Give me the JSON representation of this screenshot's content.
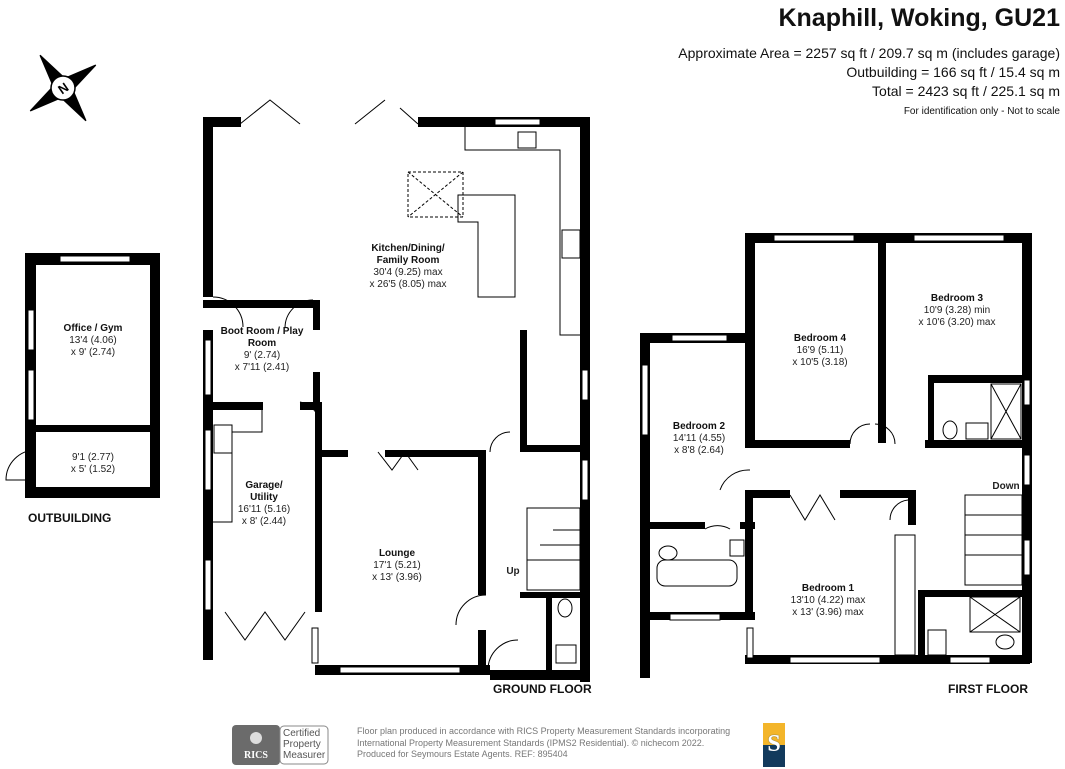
{
  "header": {
    "title": "Knaphill, Woking, GU21",
    "approx_area": "Approximate Area = 2257 sq ft / 209.7 sq m (includes garage)",
    "outbuilding_area": "Outbuilding = 166 sq ft / 15.4 sq m",
    "total_area": "Total = 2423 sq ft / 225.1 sq m",
    "disclaimer": "For identification only - Not to scale"
  },
  "compass": {
    "label": "N",
    "icon": "compass-icon"
  },
  "outbuilding": {
    "floor_label": "OUTBUILDING",
    "rooms": [
      {
        "name": "Office / Gym",
        "dim1": "13'4 (4.06)",
        "dim2": "x 9' (2.74)"
      },
      {
        "name": "",
        "dim1": "9'1 (2.77)",
        "dim2": "x 5' (1.52)"
      }
    ]
  },
  "ground_floor": {
    "floor_label": "GROUND FLOOR",
    "stairs_label": "Up",
    "rooms": [
      {
        "name": "Kitchen/Dining/ Family Room",
        "dim1": "30'4 (9.25) max",
        "dim2": "x 26'5 (8.05) max"
      },
      {
        "name": "Boot Room / Play Room",
        "dim1": "9' (2.74)",
        "dim2": "x 7'11 (2.41)"
      },
      {
        "name": "Garage/ Utility",
        "dim1": "16'11 (5.16)",
        "dim2": "x 8' (2.44)"
      },
      {
        "name": "Lounge",
        "dim1": "17'1 (5.21)",
        "dim2": "x 13' (3.96)"
      }
    ]
  },
  "first_floor": {
    "floor_label": "FIRST FLOOR",
    "stairs_label": "Down",
    "rooms": [
      {
        "name": "Bedroom 4",
        "dim1": "16'9 (5.11)",
        "dim2": "x 10'5 (3.18)"
      },
      {
        "name": "Bedroom 3",
        "dim1": "10'9 (3.28) min",
        "dim2": "x 10'6 (3.20) max"
      },
      {
        "name": "Bedroom 2",
        "dim1": "14'11 (4.55)",
        "dim2": "x 8'8 (2.64)"
      },
      {
        "name": "Bedroom 1",
        "dim1": "13'10 (4.22) max",
        "dim2": "x 13' (3.96) max"
      }
    ]
  },
  "footer": {
    "rics_logo": "RICS",
    "certified": [
      "Certified",
      "Property",
      "Measurer"
    ],
    "line1": "Floor plan produced in accordance with RICS Property Measurement Standards incorporating",
    "line2": "International Property Measurement Standards (IPMS2 Residential).   © nichecom 2022.",
    "line3": "Produced for Seymours Estate Agents.   REF: 895404",
    "agent_logo": "S",
    "agent_colors": {
      "top": "#f3b52a",
      "bottom": "#123a5c"
    }
  }
}
